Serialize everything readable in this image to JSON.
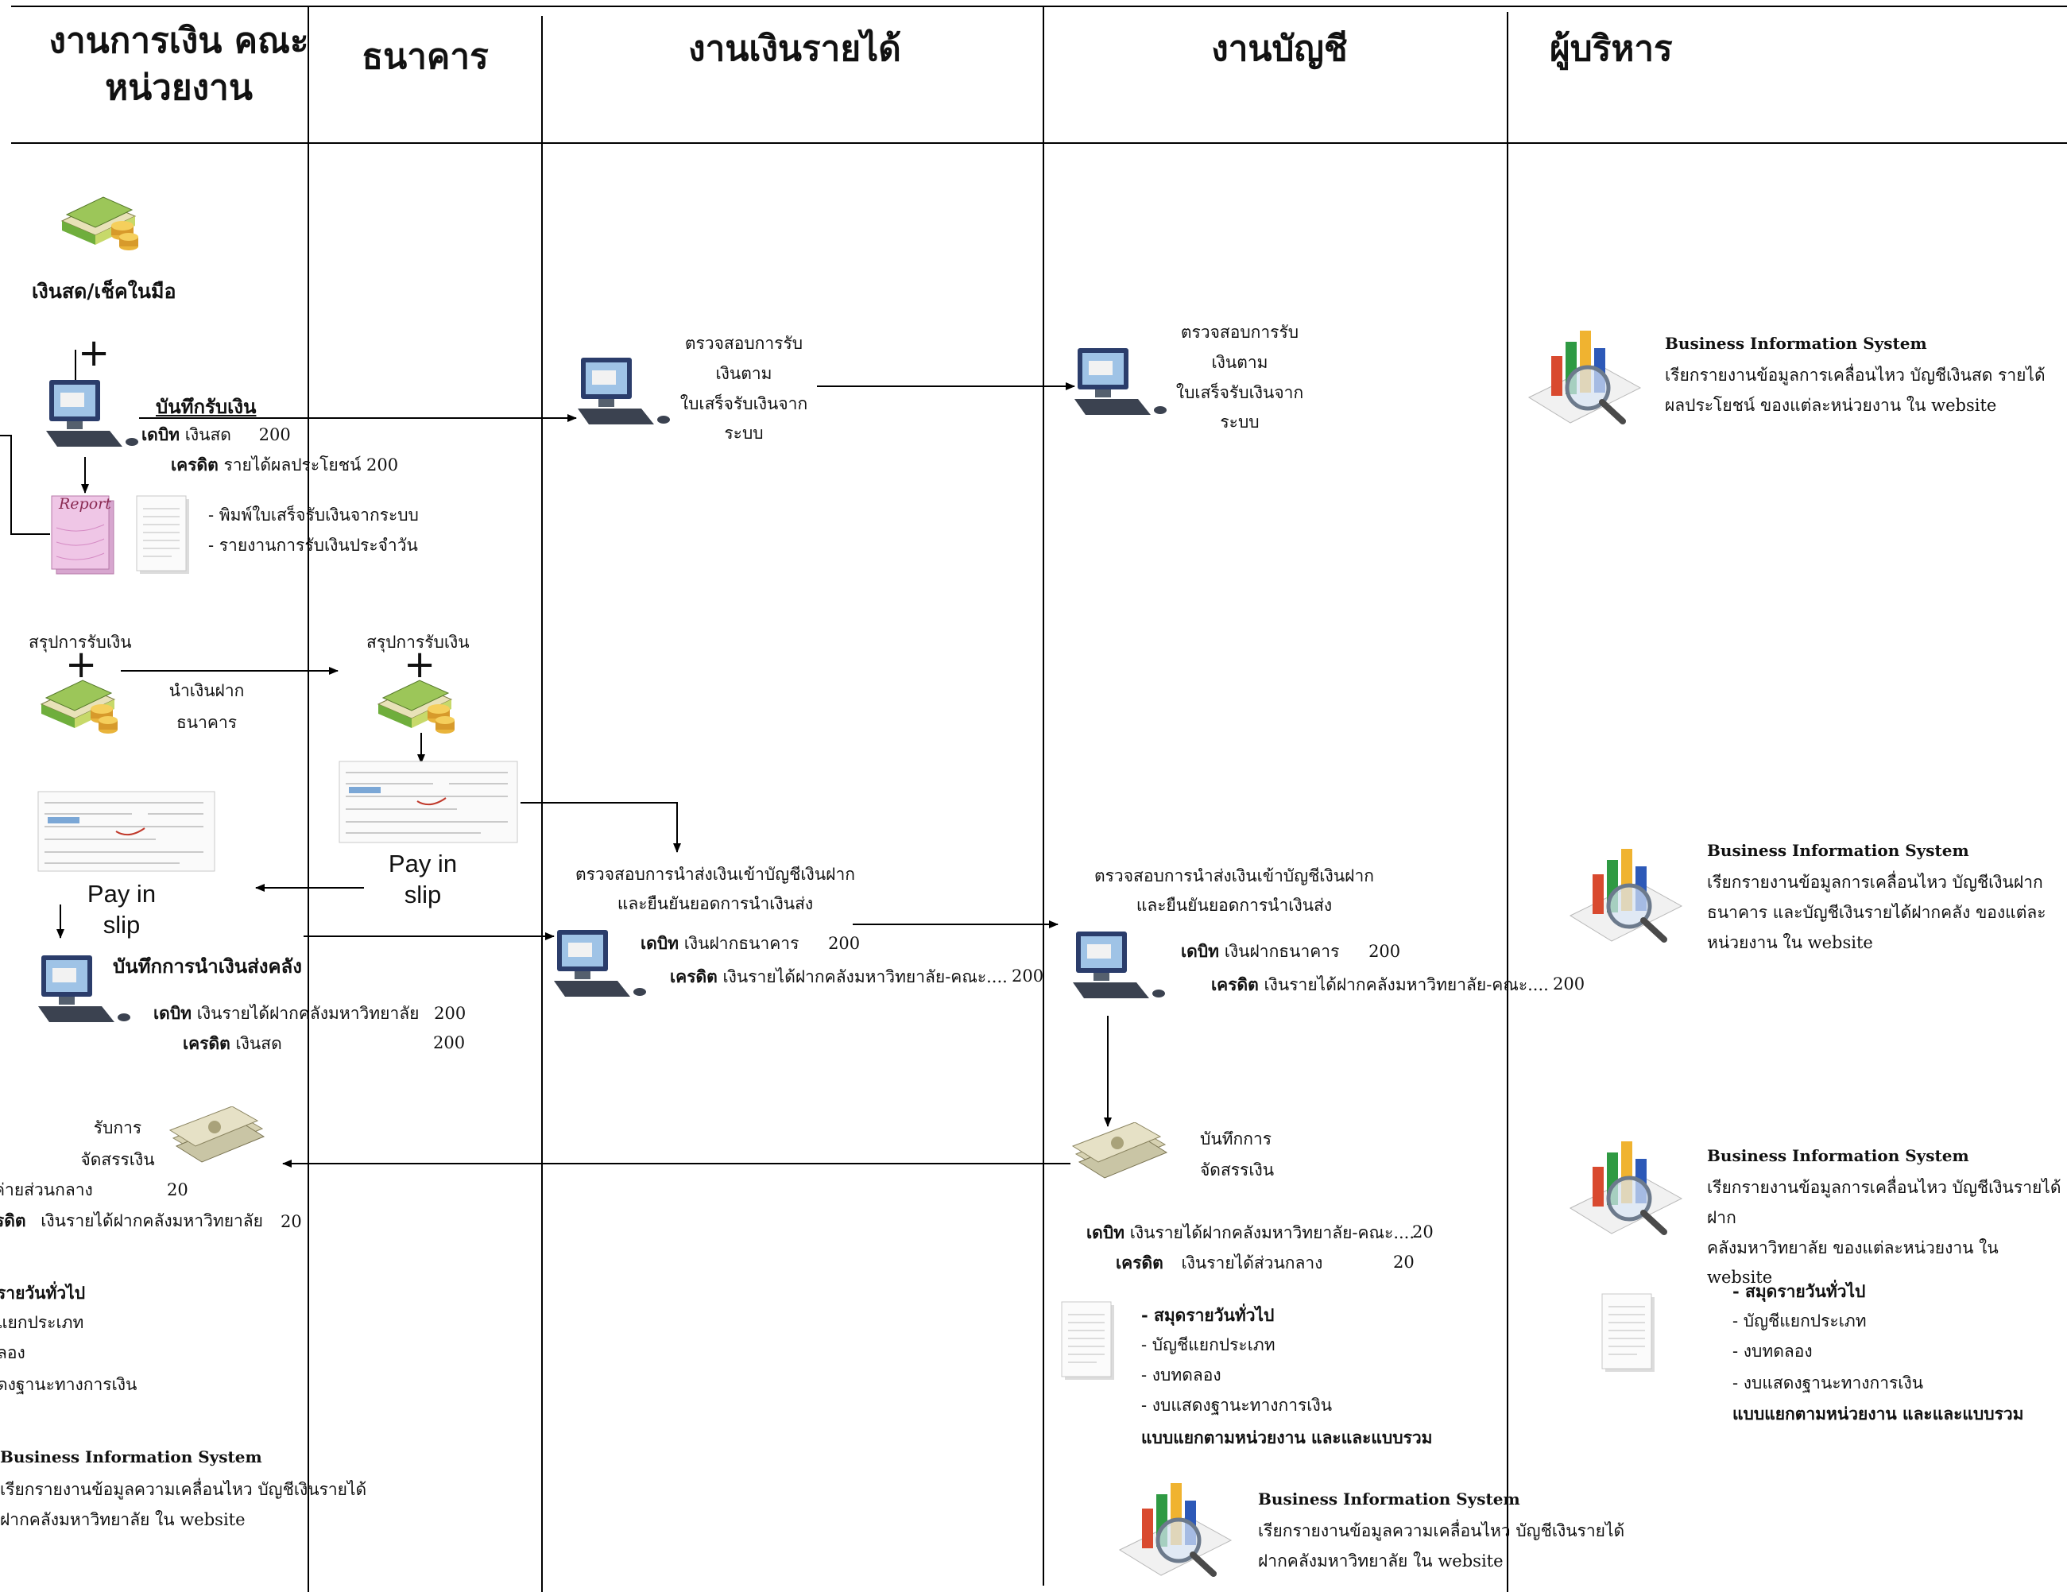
{
  "lanes": [
    "งานการเงิน คณะ\nหน่วยงาน",
    "ธนาคาร",
    "งานเงินรายได้",
    "งานบัญชี",
    "ผู้บริหาร"
  ],
  "unit": {
    "cash_on_hand": "เงินสด/เช็คในมือ",
    "record_receipt": {
      "title": "บันทึกรับเงิน",
      "debit_kw": "เดบิท",
      "debit_acct": "เงินสด",
      "debit_amt": "200",
      "credit_kw": "เครดิต",
      "credit_line": "รายได้ผลประโยชน์ 200"
    },
    "report_label": "Report",
    "print_items": [
      "- พิมพ์ใบเสร็จรับเงินจากระบบ",
      "- รายงานการรับเงินประจำวัน"
    ],
    "summary": "สรุปการรับเงิน",
    "deposit": "นำเงินฝาก\nธนาคาร",
    "payin": "Pay in\nslip",
    "record_transfer": {
      "title": "บันทึกการนำเงินส่งคลัง",
      "debit_kw": "เดบิท",
      "debit_acct": "เงินรายได้ฝากคลังมหาวิทยาลัย",
      "debit_amt": "200",
      "credit_kw": "เครดิต",
      "credit_acct": "เงินสด",
      "credit_amt": "200"
    },
    "receive_alloc": "รับการ\nจัดสรรเงิน",
    "alloc_line1": "ค่ายส่วนกลาง",
    "alloc_line1_amt": "20",
    "alloc_line2_kw": "รดิต",
    "alloc_line2": "เงินรายได้ฝากคลังมหาวิทยาลัย",
    "alloc_line2_amt": "20",
    "ledger": [
      "รายวันทั่วไป",
      "แยกประเภท",
      "ลอง",
      "ดงฐานะทางการเงิน"
    ],
    "bis_title": "Business Information System",
    "bis_text": "เรียกรายงานข้อมูลความเคลื่อนไหว บัญชีเงินรายได้\nฝากคลังมหาวิทยาลัย ใน website"
  },
  "bank": {
    "summary": "สรุปการรับเงิน",
    "payin": "Pay in\nslip"
  },
  "revenue": {
    "verify_receipt": "ตรวจสอบการรับ\nเงินตาม\nใบเสร็จรับเงินจาก\nระบบ",
    "verify_deposit": "ตรวจสอบการนำส่งเงินเข้าบัญชีเงินฝาก\nและยืนยันยอดการนำเงินส่ง",
    "debit_kw": "เดบิท",
    "debit_acct": "เงินฝากธนาคาร",
    "debit_amt": "200",
    "credit_kw": "เครดิต",
    "credit_acct": "เงินรายได้ฝากคลังมหาวิทยาลัย-คณะ....",
    "credit_amt": "200"
  },
  "accounting": {
    "verify_receipt": "ตรวจสอบการรับ\nเงินตาม\nใบเสร็จรับเงินจาก\nระบบ",
    "verify_deposit": "ตรวจสอบการนำส่งเงินเข้าบัญชีเงินฝาก\nและยืนยันยอดการนำเงินส่ง",
    "debit_kw": "เดบิท",
    "debit_acct": "เงินฝากธนาคาร",
    "debit_amt": "200",
    "credit_kw": "เครดิต",
    "credit_acct": "เงินรายได้ฝากคลังมหาวิทยาลัย-คณะ....",
    "credit_amt": "200",
    "record_alloc": "บันทึกการ\nจัดสรรเงิน",
    "alloc_debit_kw": "เดบิท",
    "alloc_debit_acct": "เงินรายได้ฝากคลังมหาวิทยาลัย-คณะ....",
    "alloc_debit_amt": "20",
    "alloc_credit_kw": "เครดิต",
    "alloc_credit_acct": "เงินรายได้ส่วนกลาง",
    "alloc_credit_amt": "20",
    "ledger_title": "- สมุดรายวันทั่วไป",
    "ledger_items": [
      "- บัญชีแยกประเภท",
      "- งบทดลอง",
      "- งบแสดงฐานะทางการเงิน"
    ],
    "ledger_footer": "แบบแยกตามหน่วยงาน และและแบบรวม",
    "bis_title": "Business Information System",
    "bis_text": "เรียกรายงานข้อมูลความเคลื่อนไหว บัญชีเงินรายได้\nฝากคลังมหาวิทยาลัย ใน website"
  },
  "exec": {
    "bis1_title": "Business Information System",
    "bis1_text": "เรียกรายงานข้อมูลการเคลื่อนไหว บัญชีเงินสด รายได้\nผลประโยชน์ ของแต่ละหน่วยงาน ใน website",
    "bis2_title": "Business Information System",
    "bis2_text": "เรียกรายงานข้อมูลการเคลื่อนไหว บัญชีเงินฝาก\nธนาคาร และบัญชีเงินรายได้ฝากคลัง ของแต่ละ\nหน่วยงาน ใน website",
    "bis3_title": "Business Information System",
    "bis3_text": "เรียกรายงานข้อมูลการเคลื่อนไหว บัญชีเงินรายได้ฝาก\nคลังมหาวิทยาลัย ของแต่ละหน่วยงาน ใน website",
    "ledger_title": "- สมุดรายวันทั่วไป",
    "ledger_items": [
      "- บัญชีแยกประเภท",
      "- งบทดลอง",
      "- งบแสดงฐานะทางการเงิน"
    ],
    "ledger_footer": "แบบแยกตามหน่วยงาน และและแบบรวม"
  },
  "icons": {
    "money": "money-stack-icon",
    "computer": "computer-icon",
    "report": "report-document-icon",
    "doc": "document-icon",
    "slip": "pay-in-slip-icon",
    "bis": "business-chart-magnifier-icon",
    "banknotes": "banknotes-icon"
  }
}
